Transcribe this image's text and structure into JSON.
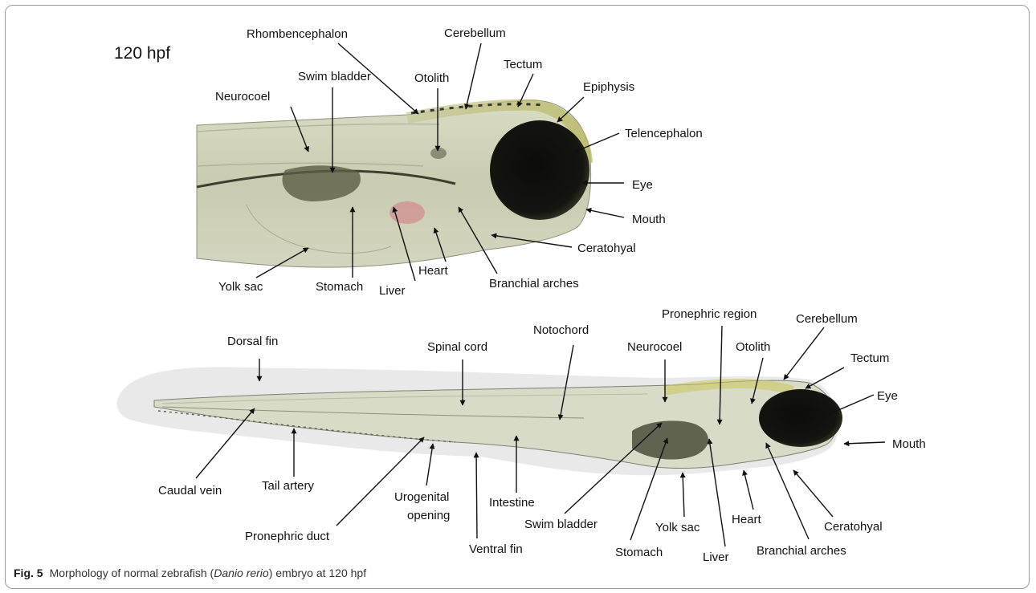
{
  "stage_label": "120 hpf",
  "top_panel_labels": {
    "rhombencephalon": "Rhombencephalon",
    "cerebellum": "Cerebellum",
    "otolith": "Otolith",
    "tectum": "Tectum",
    "swim_bladder": "Swim bladder",
    "neurocoel": "Neurocoel",
    "epiphysis": "Epiphysis",
    "telencephalon": "Telencephalon",
    "eye": "Eye",
    "mouth": "Mouth",
    "ceratohyal": "Ceratohyal",
    "heart": "Heart",
    "branchial_arches": "Branchial arches",
    "yolk_sac": "Yolk sac",
    "stomach": "Stomach",
    "liver": "Liver"
  },
  "bottom_panel_labels": {
    "dorsal_fin": "Dorsal fin",
    "spinal_cord": "Spinal cord",
    "notochord": "Notochord",
    "pronephric_region": "Pronephric region",
    "neurocoel": "Neurocoel",
    "cerebellum": "Cerebellum",
    "otolith": "Otolith",
    "tectum": "Tectum",
    "eye": "Eye",
    "mouth": "Mouth",
    "caudal_vein": "Caudal vein",
    "tail_artery": "Tail artery",
    "urogenital_opening_line1": "Urogenital",
    "urogenital_opening_line2": "opening",
    "intestine": "Intestine",
    "pronephric_duct": "Pronephric duct",
    "swim_bladder": "Swim bladder",
    "ventral_fin": "Ventral fin",
    "yolk_sac": "Yolk sac",
    "heart": "Heart",
    "ceratohyal": "Ceratohyal",
    "stomach": "Stomach",
    "liver": "Liver",
    "branchial_arches": "Branchial arches"
  },
  "caption": {
    "figure_number": "Fig. 5",
    "text_before": "Morphology of normal zebrafish (",
    "species": "Danio rerio",
    "text_after": ") embryo at 120 hpf"
  }
}
